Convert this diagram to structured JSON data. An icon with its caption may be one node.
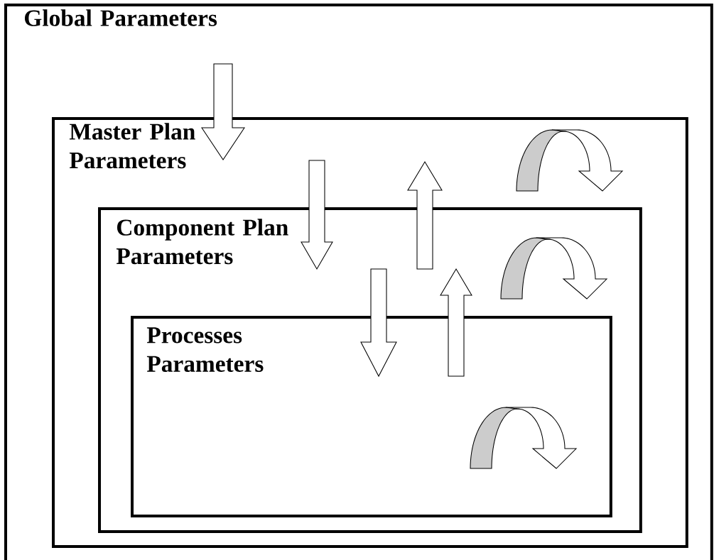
{
  "diagram": {
    "nodes": [
      {
        "text": [
          "Global Parameters"
        ]
      },
      {
        "text": [
          "Master Plan Parameters"
        ],
        "in": 0
      },
      {
        "text": [
          "Component Plan Parameters"
        ],
        "in": 1
      },
      {
        "text": [
          "Processes Parameters"
        ],
        "in": 2
      }
    ],
    "edges": [
      {
        "from": 0,
        "to": 1,
        "arrow": "to"
      },
      {
        "from": 1,
        "to": 2,
        "arrow": "to"
      },
      {
        "from": 2,
        "to": 1,
        "arrow": "to"
      },
      {
        "from": 2,
        "to": 3,
        "arrow": "to"
      },
      {
        "from": 3,
        "to": 2,
        "arrow": "to"
      }
    ]
  }
}
